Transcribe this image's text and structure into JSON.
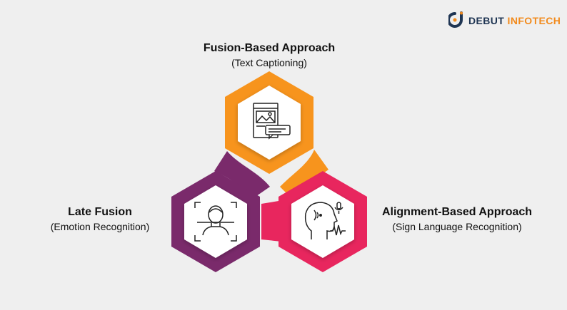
{
  "brand": {
    "word1": "DEBUT",
    "word2": "INFOTECH",
    "colors": {
      "dark": "#1f3553",
      "accent": "#f28b1d"
    }
  },
  "nodes": {
    "top": {
      "title": "Fusion-Based Approach",
      "subtitle": "(Text Captioning)",
      "color": "#f7941d",
      "icon": "image-caption-icon"
    },
    "left": {
      "title": "Late Fusion",
      "subtitle": "(Emotion Recognition)",
      "color": "#7a2a6b",
      "icon": "face-scan-icon"
    },
    "right": {
      "title": "Alignment-Based Approach",
      "subtitle": "(Sign Language Recognition)",
      "color": "#e8265e",
      "icon": "voice-head-icon"
    }
  }
}
